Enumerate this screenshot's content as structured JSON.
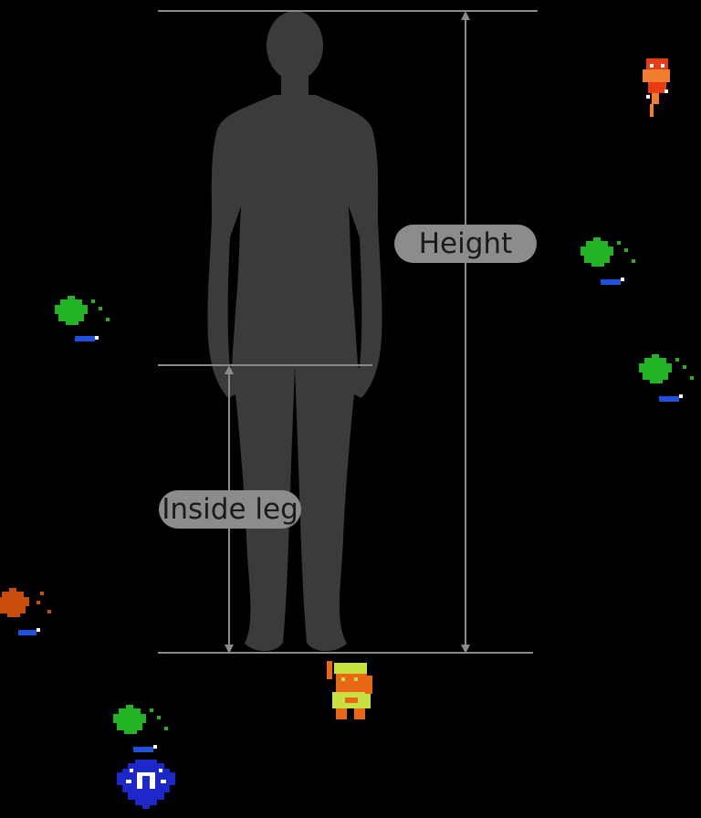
{
  "measurements": {
    "height_label": "Height",
    "inside_leg_label": "Inside leg"
  },
  "colors": {
    "background": "#000000",
    "silhouette": "#3b3b3b",
    "guide_lines": "#8a8a8a",
    "label_fill": "#8c8c8c",
    "label_text": "#1a1a1a"
  },
  "sprites": [
    {
      "name": "green-bush-enemy",
      "color": "#22b422"
    },
    {
      "name": "orange-bush-enemy",
      "color": "#c84c0c"
    },
    {
      "name": "red-fire-enemy",
      "color": "#e83c14"
    },
    {
      "name": "blue-shell-enemy",
      "color": "#1c28c8"
    },
    {
      "name": "hero-character",
      "color": "#c8e040"
    }
  ]
}
